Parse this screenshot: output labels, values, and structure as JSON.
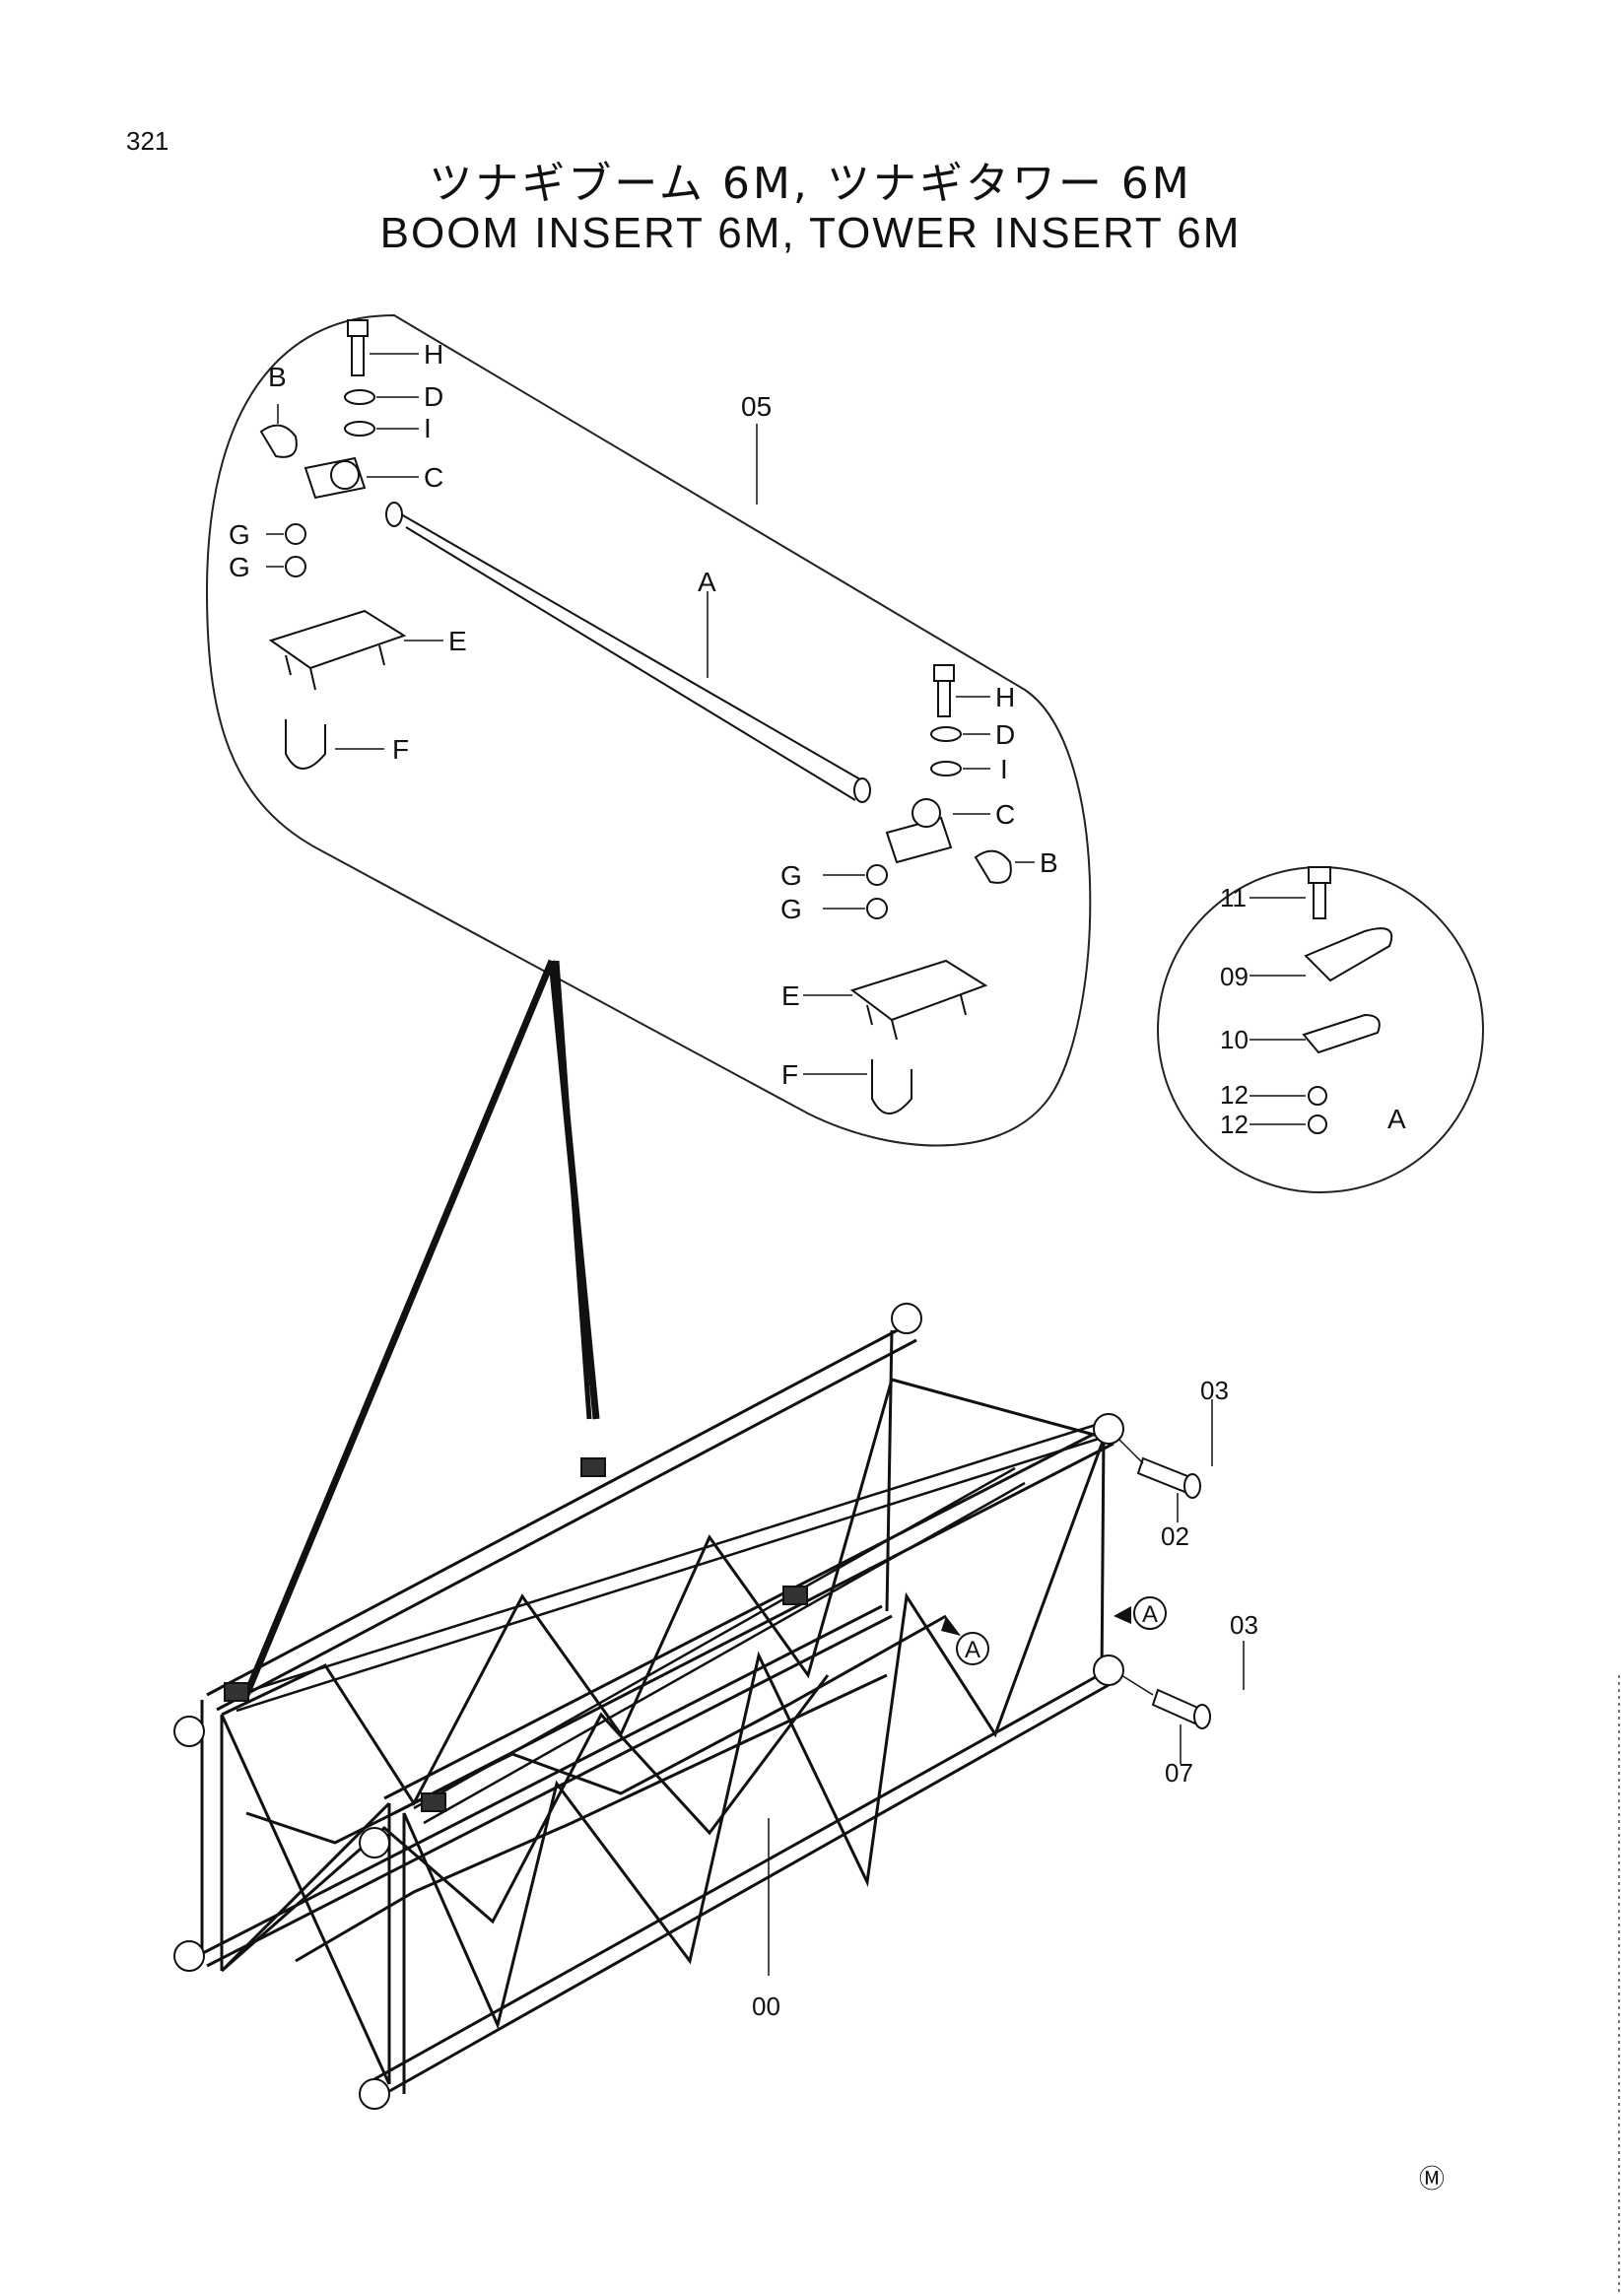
{
  "page_number": "321",
  "title_japanese": "ツナギブーム 6M, ツナギタワー 6M",
  "title_english": "BOOM INSERT 6M, TOWER INSERT 6M",
  "footer_mark": "Ⓜ",
  "callouts": {
    "upper_left": {
      "H": "H",
      "D": "D",
      "I": "I",
      "C": "C",
      "B": "B",
      "G1": "G",
      "G2": "G",
      "E": "E",
      "F": "F"
    },
    "upper_right": {
      "H": "H",
      "D": "D",
      "I": "I",
      "C": "C",
      "B": "B",
      "G1": "G",
      "G2": "G",
      "E": "E",
      "F": "F"
    },
    "assembly": "05",
    "tube": "A",
    "detail": {
      "p11": "11",
      "p09": "09",
      "p10": "10",
      "p12a": "12",
      "p12b": "12",
      "label": "A"
    },
    "main": {
      "p03a": "03",
      "p02": "02",
      "p03b": "03",
      "p07": "07",
      "p00": "00",
      "viewA1": "A",
      "viewA2": "A"
    }
  }
}
